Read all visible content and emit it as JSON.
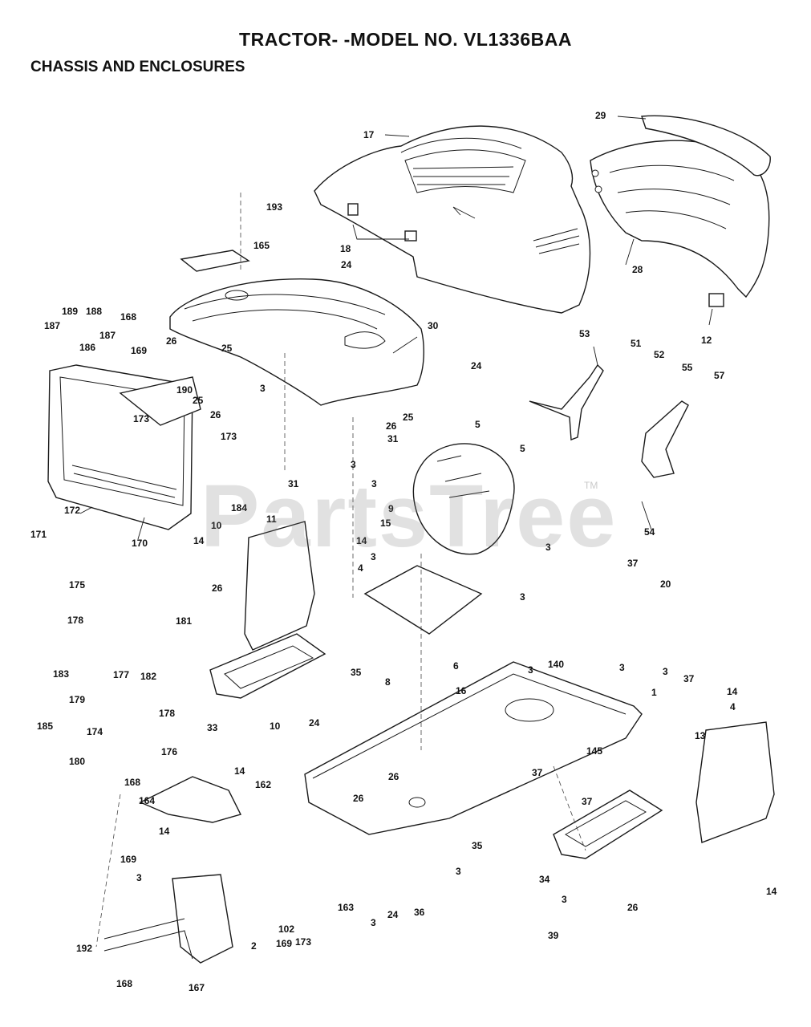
{
  "header": {
    "title": "TRACTOR- -MODEL NO. VL1336BAA",
    "subtitle": "CHASSIS AND ENCLOSURES"
  },
  "watermark": {
    "text": "PartsTree",
    "tm": "TM"
  },
  "callouts": [
    "17",
    "29",
    "18",
    "28",
    "12",
    "193",
    "165",
    "24",
    "30",
    "189",
    "188",
    "187",
    "168",
    "186",
    "187",
    "169",
    "26",
    "25",
    "190",
    "25",
    "26",
    "173",
    "173",
    "3",
    "26",
    "25",
    "24",
    "53",
    "51",
    "52",
    "55",
    "57",
    "5",
    "5",
    "31",
    "31",
    "3",
    "3",
    "9",
    "54",
    "172",
    "171",
    "170",
    "184",
    "10",
    "11",
    "14",
    "14",
    "15",
    "3",
    "4",
    "3",
    "3",
    "3",
    "37",
    "20",
    "175",
    "26",
    "178",
    "181",
    "183",
    "177",
    "182",
    "179",
    "178",
    "185",
    "174",
    "180",
    "176",
    "35",
    "33",
    "10",
    "6",
    "8",
    "16",
    "140",
    "3",
    "3",
    "1",
    "37",
    "14",
    "4",
    "24",
    "13",
    "168",
    "14",
    "162",
    "26",
    "26",
    "164",
    "145",
    "37",
    "37",
    "14",
    "169",
    "3",
    "173",
    "35",
    "34",
    "26",
    "14",
    "3",
    "163",
    "3",
    "24",
    "36",
    "3",
    "39",
    "192",
    "2",
    "102",
    "169",
    "168",
    "167"
  ]
}
